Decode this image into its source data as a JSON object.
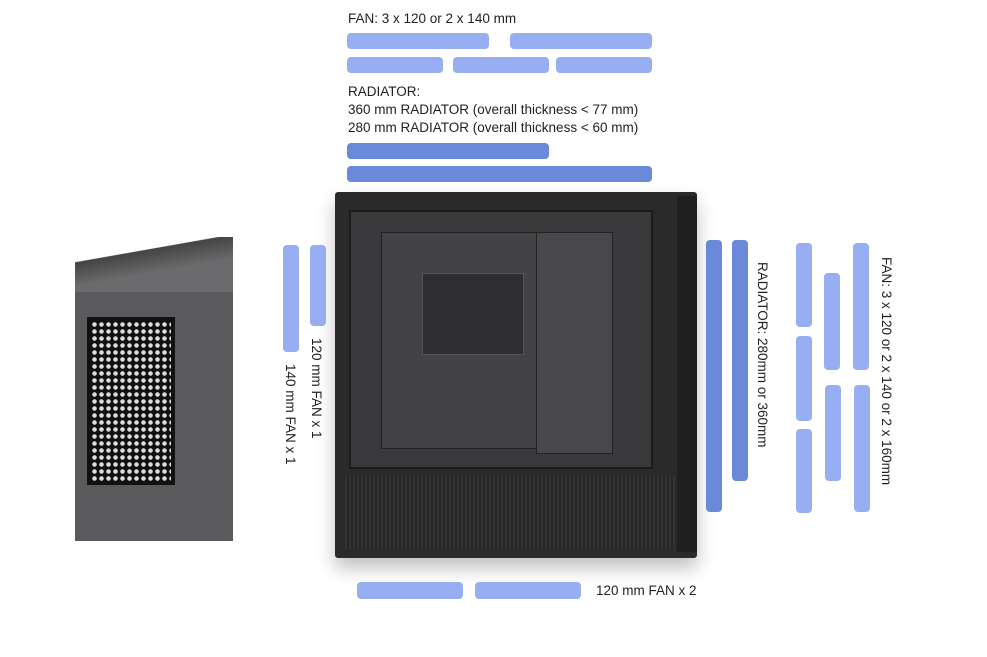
{
  "top": {
    "fan_label": "FAN: 3 x 120  or 2 x 140 mm",
    "radiator_title": "RADIATOR:",
    "radiator_line1": "360 mm RADIATOR (overall thickness < 77 mm)",
    "radiator_line2": "280 mm RADIATOR (overall thickness < 60 mm)"
  },
  "rear": {
    "fan120_label": "120 mm FAN x 1",
    "fan140_label": "140 mm FAN x 1"
  },
  "front": {
    "radiator_label": "RADIATOR: 280mm or 360mm",
    "fan_label": "FAN: 3 x 120  or 2 x 140 or 2 x 160mm"
  },
  "bottom": {
    "fan_label": "120 mm FAN x 2"
  },
  "colors": {
    "fan": "#97aef2",
    "radiator": "#6a89d9"
  }
}
